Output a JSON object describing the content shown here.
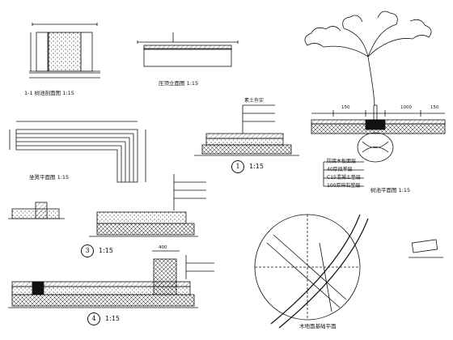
{
  "title_block": {
    "section_1_1": "1-1 树池剖面图 1:15",
    "cap_plan": "压顶立面图 1:15",
    "bench_plan": "坐凳平面图 1:15",
    "tree_section": "树池平面图 1:15",
    "deck_plan": "木地面基础平面",
    "scale_common": "1:15"
  },
  "detail_markers": {
    "m1": "1",
    "m3": "3",
    "m4": "4"
  },
  "dimensions": {
    "d150_left": "150",
    "d1000": "1000",
    "d150_right": "150",
    "d400": "400"
  },
  "callouts": [
    "防腐木板面层",
    "40厚找平层",
    "C15混凝土垫层",
    "100厚碎石垫层",
    "素土夯实"
  ]
}
